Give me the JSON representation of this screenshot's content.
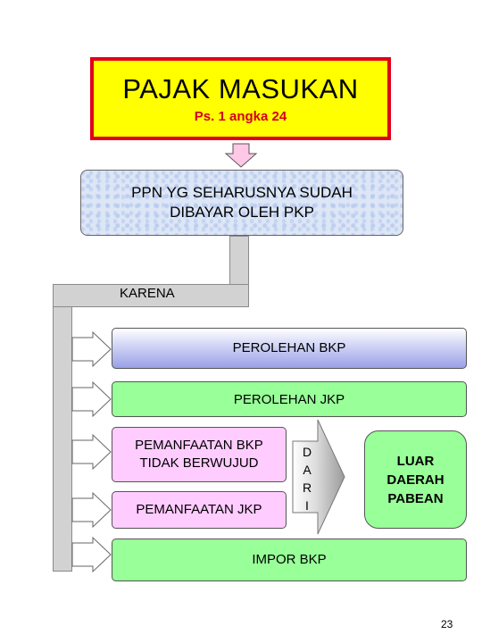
{
  "title": "PAJAK MASUKAN",
  "subtitle": "Ps. 1 angka 24",
  "ppn_box": [
    "PPN YG SEHARUSNYA SUDAH",
    "DIBAYAR OLEH PKP"
  ],
  "karena": "KARENA",
  "items": {
    "perolehan_bkp": "PEROLEHAN BKP",
    "perolehan_jkp": "PEROLEHAN JKP",
    "pemanfaatan_bkp": [
      "PEMANFAATAN BKP",
      "TIDAK BERWUJUD"
    ],
    "pemanfaatan_jkp": "PEMANFAATAN JKP",
    "dari": [
      "D",
      "A",
      "R",
      "I"
    ],
    "luar_daerah_pabean": [
      "LUAR",
      "DAERAH",
      "PABEAN"
    ],
    "impor_bkp": "IMPOR BKP"
  },
  "page_number": "23",
  "colors": {
    "title_fill": "#ffff00",
    "title_border": "#e0001a",
    "subtitle": "#d4001a",
    "ppn_fill": "#dde6f5",
    "connector_grey": "#d2d2d2",
    "green": "#99ff99",
    "pink": "#ffccff",
    "bkp_gradient_end": "#9aa0e6"
  }
}
